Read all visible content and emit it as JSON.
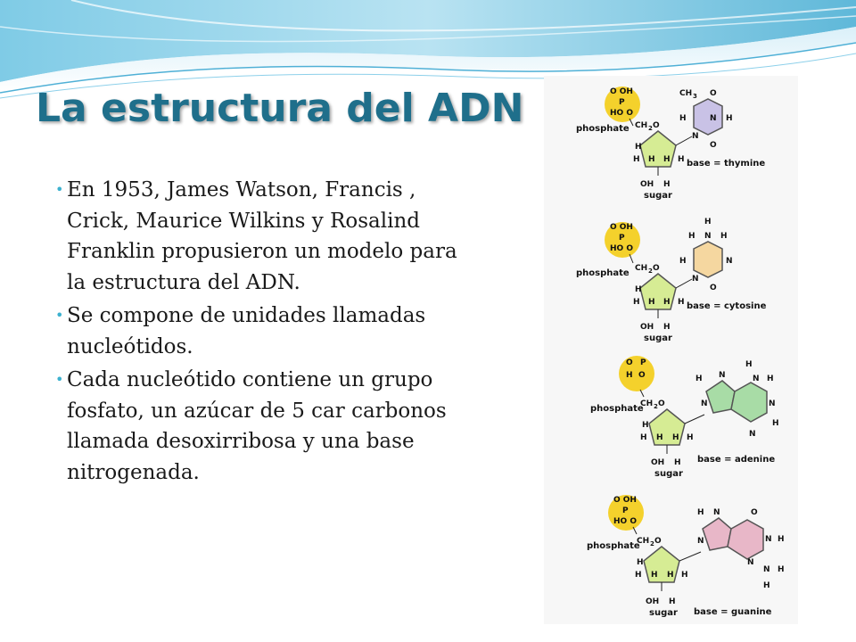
{
  "slide": {
    "title": "La estructura del ADN",
    "bullets": [
      "En 1953, James Watson, Francis , Crick, Maurice Wilkins y Rosalind Franklin propusieron un modelo para la estructura del ADN.",
      "Se compone de unidades llamadas nucleótidos.",
      "Cada nucleótido contiene un grupo fosfato, un azúcar de 5 car carbonos llamada desoxirribosa y una base nitrogenada."
    ]
  },
  "diagram": {
    "nucleotides": [
      {
        "base_label": "base = thymine",
        "base_color": "#c9c2e6"
      },
      {
        "base_label": "base = cytosine",
        "base_color": "#f5d7a0"
      },
      {
        "base_label": "base = adenine",
        "base_color": "#a8dca6"
      },
      {
        "base_label": "base = guanine",
        "base_color": "#e8b7c8"
      }
    ],
    "phosphate_label": "phosphate",
    "sugar_label": "sugar",
    "phosphate_color": "#f4d12c",
    "sugar_color": "#d6ec94"
  },
  "colors": {
    "title": "#1f6f8b",
    "bullet": "#3cb1cf",
    "header_wave": "#6ec3e0"
  }
}
